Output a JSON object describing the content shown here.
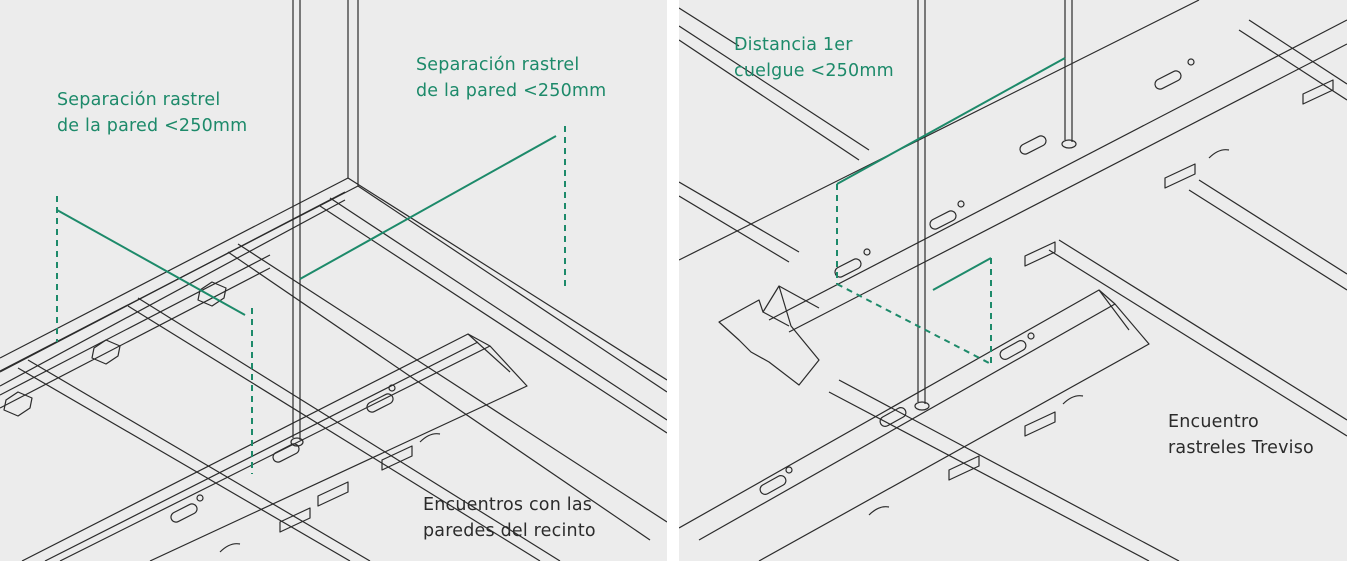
{
  "left_panel": {
    "label_wall_left_1": "Separación rastrel",
    "label_wall_left_2": "de la pared <250mm",
    "label_wall_right_1": "Separación rastrel",
    "label_wall_right_2": "de la pared <250mm",
    "caption_1": "Encuentros con las",
    "caption_2": "paredes del recinto"
  },
  "right_panel": {
    "label_distance_1": "Distancia 1er",
    "label_distance_2": "cuelgue <250mm",
    "caption_1": "Encuentro",
    "caption_2": "rastreles Treviso"
  },
  "colors": {
    "background": "#ececec",
    "line": "#2b2b2b",
    "accent": "#1d8a6a"
  }
}
